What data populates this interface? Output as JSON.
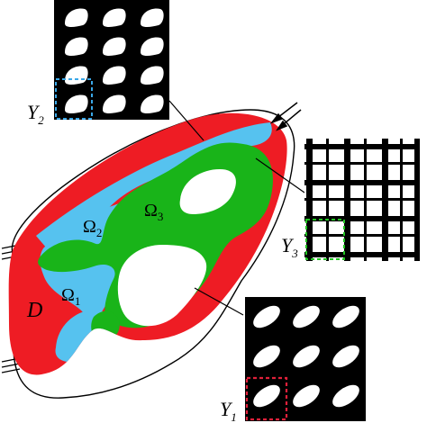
{
  "labels": {
    "domain": "D",
    "omega1_symbol": "Ω",
    "omega1_sub": "1",
    "omega2_symbol": "Ω",
    "omega2_sub": "2",
    "omega3_symbol": "Ω",
    "omega3_sub": "3",
    "cell1_symbol": "Y",
    "cell1_sub": "1",
    "cell2_symbol": "Y",
    "cell2_sub": "2",
    "cell3_symbol": "Y",
    "cell3_sub": "3"
  },
  "colors": {
    "omega1": "#ee1c24",
    "omega2": "#56c2ef",
    "omega3": "#19b419",
    "background": "#ffffff",
    "material": "#000000",
    "cell1_box": "#e0203a",
    "cell2_box": "#3aa8e8",
    "cell3_box": "#22c322"
  },
  "microstructures": [
    {
      "name": "Y2",
      "description_icon": "rounded-hole-lattice-icon"
    },
    {
      "name": "Y3",
      "description_icon": "cross-grid-lattice-icon"
    },
    {
      "name": "Y1",
      "description_icon": "elliptical-hole-lattice-icon"
    }
  ]
}
